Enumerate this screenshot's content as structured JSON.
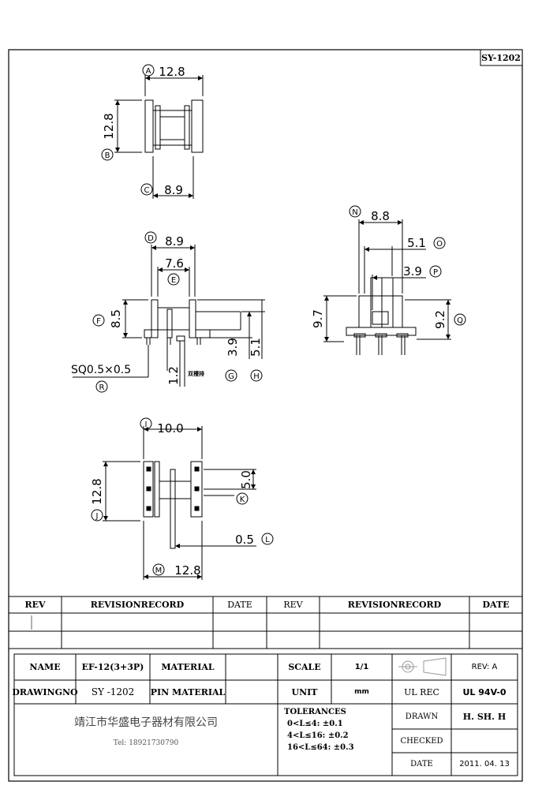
{
  "drawing_no_tag": "SY-1202",
  "views": {
    "top": {
      "callouts": [
        "A",
        "B",
        "C"
      ],
      "dims": [
        "12.8",
        "12.8",
        "8.9"
      ]
    },
    "front": {
      "callouts": [
        "D",
        "E",
        "F",
        "G",
        "H",
        "R"
      ],
      "dims": [
        "8.9",
        "7.6",
        "8.5",
        "3.9",
        "5.1",
        "1.2"
      ],
      "pin_note": "SQ0.5×0.5",
      "marker_note": "双槽排"
    },
    "side": {
      "callouts": [
        "N",
        "O",
        "P",
        "Q"
      ],
      "dims": [
        "8.8",
        "5.1",
        "3.9",
        "9.7",
        "9.2"
      ]
    },
    "bottom": {
      "callouts": [
        "I",
        "J",
        "K",
        "L",
        "M"
      ],
      "dims": [
        "10.0",
        "12.8",
        "5.0",
        "0.5",
        "12.8"
      ]
    }
  },
  "revision_table": {
    "headers": [
      "REV",
      "REVISIONRECORD",
      "DATE",
      "REV",
      "REVISIONRECORD",
      "DATE"
    ]
  },
  "title_block": {
    "name_label": "NAME",
    "name_value": "EF-12(3+3P)",
    "material_label": "MATERIAL",
    "material_value": "",
    "drawingno_label": "DRAWINGNO",
    "drawingno_value": "SY -1202",
    "pin_material_label": "PIN MATERIAL",
    "pin_material_value": "",
    "scale_label": "SCALE",
    "scale_value": "1/1",
    "unit_label": "UNIT",
    "unit_value": "mm",
    "rev_value": "REV: A",
    "ul_rec_label": "UL REC",
    "ul_rec_value": "UL 94V-0",
    "company": "靖江市华盛电子器材有限公司",
    "tel": "Tel: 18921730790",
    "tolerances_title": "TOLERANCES",
    "tolerances": [
      "0<L≤4: ±0.1",
      "4<L≤16: ±0.2",
      "16<L≤64: ±0.3"
    ],
    "drawn_label": "DRAWN",
    "drawn_value": "H. SH. H",
    "checked_label": "CHECKED",
    "checked_value": "",
    "date_label": "DATE",
    "date_value": "2011. 04. 13"
  }
}
